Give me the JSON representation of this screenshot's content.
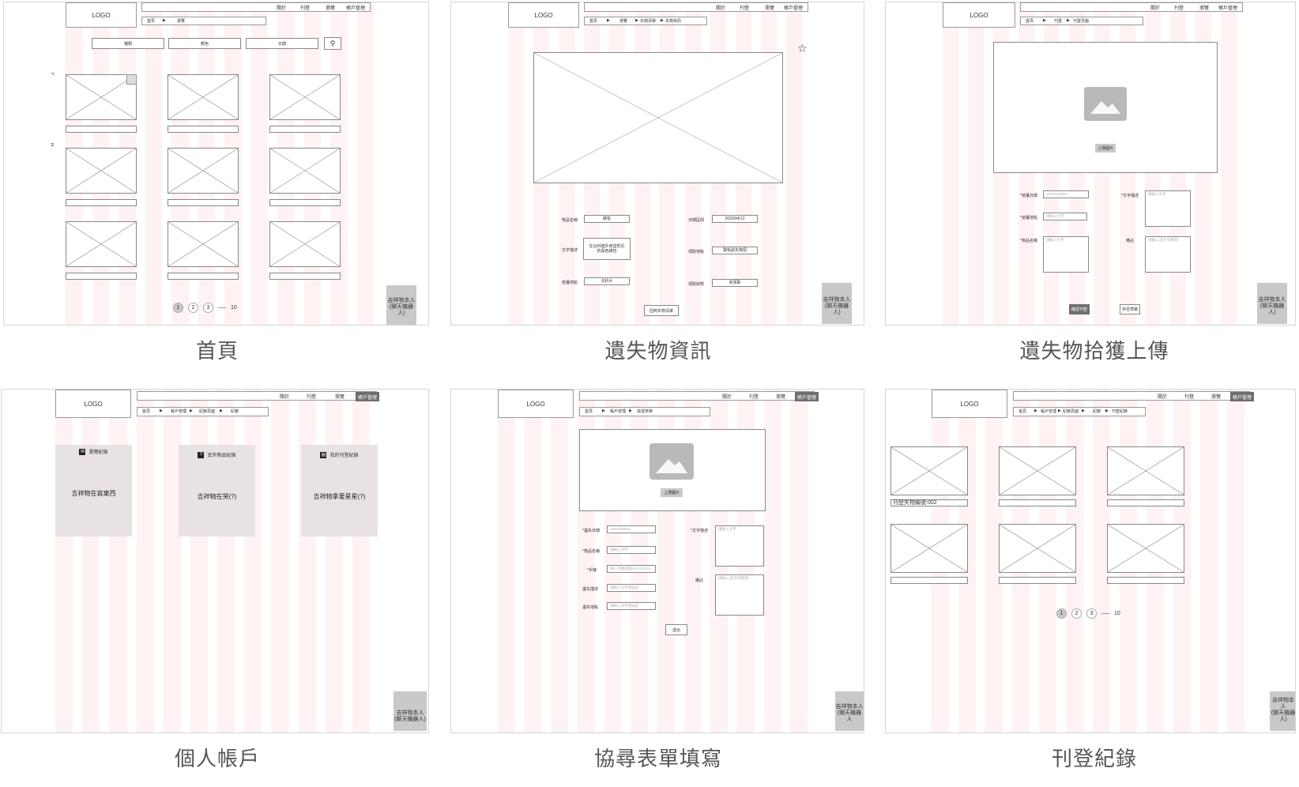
{
  "captions": {
    "home": "首頁",
    "lost_item_info": "遺失物資訊",
    "found_upload": "遺失物拾獲上傳",
    "account": "個人帳戶",
    "search_form": "協尋表單填寫",
    "post_records": "刊登紀錄"
  },
  "common": {
    "logo": "LOGO",
    "nav": [
      "關於",
      "刊登",
      "瀏覽",
      "帳戶管理"
    ],
    "chatbot": "吉祥物本人\n(聊天機器人)",
    "chatbot_cut": "吉祥物本人\n(聊天機器人",
    "pager": [
      "1",
      "2",
      "3",
      "10"
    ]
  },
  "home": {
    "breadcrumb": [
      "首頁",
      "瀏覽"
    ],
    "filters": [
      "種類",
      "顏色",
      "日期"
    ],
    "side_glyphs": [
      "ㄱ",
      "ㅈ"
    ]
  },
  "info": {
    "breadcrumb": [
      "首頁",
      "瀏覽",
      "失物清單",
      "失物資訊"
    ],
    "fields_left": [
      {
        "label": "物品名稱",
        "value": "錢包"
      },
      {
        "label": "文字描述",
        "value": "在台科陸外食堂附近\n的黑色錢包"
      },
      {
        "label": "拾獲地點",
        "value": "北科大"
      }
    ],
    "fields_right": [
      {
        "label": "日期區間",
        "value": "2020/04/12"
      },
      {
        "label": "領取地點",
        "value": "警衛處失物招"
      },
      {
        "label": "領取狀態",
        "value": "未領取"
      }
    ],
    "back_button": "回到失物清單"
  },
  "upload": {
    "breadcrumb": [
      "首頁",
      "刊登",
      "刊登頁面"
    ],
    "upload_button": "上傳圖片",
    "fields_left": [
      {
        "label": "*拾獲日期",
        "placeholder": "2020/MM/DD"
      },
      {
        "label": "*拾獲地點",
        "placeholder": "請輸入文字"
      },
      {
        "label": "*物品名稱",
        "placeholder": "請輸入文字"
      }
    ],
    "fields_right": [
      {
        "label": "*文字描述",
        "placeholder": "請輸入文字"
      },
      {
        "label": "備註",
        "placeholder": "請輸入(是否可郵寄)"
      }
    ],
    "confirm_button": "確認刊登",
    "save_button": "存至草稿"
  },
  "account": {
    "breadcrumb": [
      "首頁",
      "帳戶管理",
      "紀錄頁面",
      "紀錄"
    ],
    "cards": [
      {
        "icon": "✉",
        "title": "瀏覽紀錄",
        "body": "吉祥物在寫東西"
      },
      {
        "icon": "?",
        "title": "丟失物品紀錄",
        "body": "吉祥物在哭(?)"
      },
      {
        "icon": "▤",
        "title": "我的刊登紀錄",
        "body": "吉祥物拿著星星(?)"
      }
    ]
  },
  "search_form": {
    "breadcrumb": [
      "首頁",
      "帳戶管理",
      "協尋表單"
    ],
    "upload_button": "上傳圖片",
    "fields_left": [
      {
        "label": "*遺失日期",
        "placeholder": "2020/MM/DD"
      },
      {
        "label": "*物品名稱",
        "placeholder": "請輸入文字"
      },
      {
        "label": "*手機",
        "placeholder": "輸入手機號碼09-XXXXXX"
      },
      {
        "label": "遺失描述",
        "placeholder": "請輸入文字或描述"
      },
      {
        "label": "遺失地點",
        "placeholder": "請輸入文字或描述"
      }
    ],
    "fields_right": [
      {
        "label": "*文字描述",
        "placeholder": "請輸入文字"
      },
      {
        "label": "備註",
        "placeholder": "請輸入(是否可郵寄)"
      }
    ],
    "submit_button": "送出"
  },
  "records": {
    "breadcrumb": [
      "首頁",
      "帳戶管理",
      "紀錄頁面",
      "紀錄",
      "刊登紀錄"
    ],
    "first_item_label": "刊登失物編號:002"
  }
}
